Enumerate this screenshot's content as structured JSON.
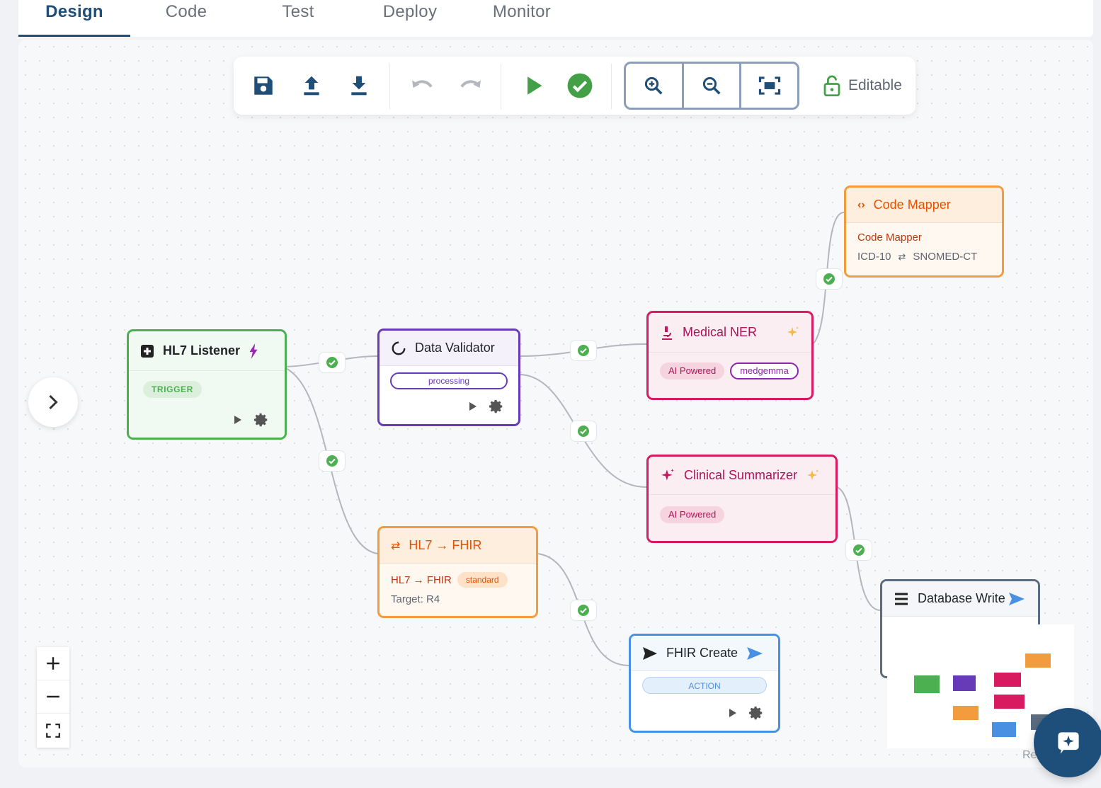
{
  "tabs": [
    {
      "label": "Design",
      "active": true
    },
    {
      "label": "Code",
      "active": false
    },
    {
      "label": "Test",
      "active": false
    },
    {
      "label": "Deploy",
      "active": false
    },
    {
      "label": "Monitor",
      "active": false
    }
  ],
  "toolbar": {
    "icons": [
      "save-icon",
      "upload-icon",
      "download-icon",
      "undo-icon",
      "redo-icon",
      "run-icon",
      "validate-icon",
      "zoom-in-icon",
      "zoom-out-icon",
      "fit-view-icon",
      "unlock-icon"
    ],
    "lock_label": "Editable"
  },
  "nodes": {
    "hl7_listener": {
      "title": "HL7 Listener",
      "badge": "TRIGGER",
      "color": "#4caf50"
    },
    "data_validator": {
      "title": "Data Validator",
      "badge": "processing",
      "color": "#673ab7"
    },
    "medical_ner": {
      "title": "Medical NER",
      "tags": [
        "AI Powered",
        "medgemma"
      ],
      "color": "#d81b60"
    },
    "code_mapper": {
      "title": "Code Mapper",
      "subtitle": "Code Mapper",
      "from": "ICD-10",
      "to": "SNOMED-CT",
      "color": "#f39c3d"
    },
    "clinical_summarizer": {
      "title": "Clinical Summarizer",
      "tags": [
        "AI Powered"
      ],
      "color": "#d81b60"
    },
    "hl7_fhir": {
      "title": "HL7 → FHIR",
      "subtitle": "HL7 → FHIR",
      "tag": "standard",
      "target": "Target: R4",
      "color": "#f39c3d"
    },
    "fhir_create": {
      "title": "FHIR Create",
      "badge": "ACTION",
      "color": "#4a90e2"
    },
    "database_write": {
      "title": "Database Write",
      "color": "#5b6b80"
    }
  },
  "minimap_label": "Re",
  "colors": {
    "accent": "#1f4e79",
    "success": "#4caf50",
    "ai": "#d81b60",
    "transform": "#f39c3d",
    "action": "#4a90e2",
    "processing": "#673ab7"
  }
}
